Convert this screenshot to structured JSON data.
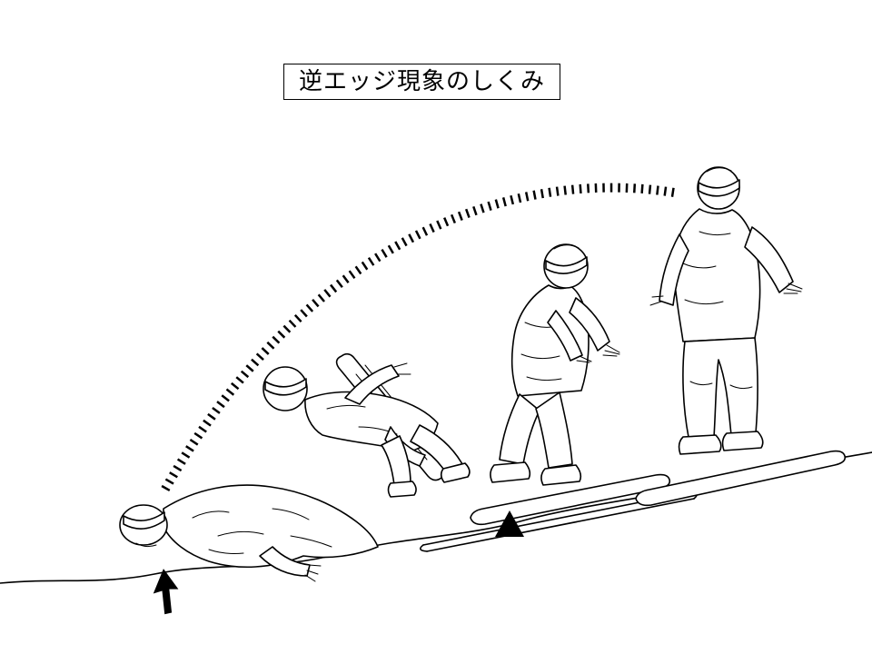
{
  "page": {
    "background": "#ffffff",
    "line_color": "#000000"
  },
  "title": {
    "text": "逆エッジ現象のしくみ"
  },
  "diagram": {
    "markers": {
      "edge_catch": "black-up-triangle",
      "impact_point": "black-up-arrow",
      "fall_trajectory": "hatched-arc"
    }
  }
}
